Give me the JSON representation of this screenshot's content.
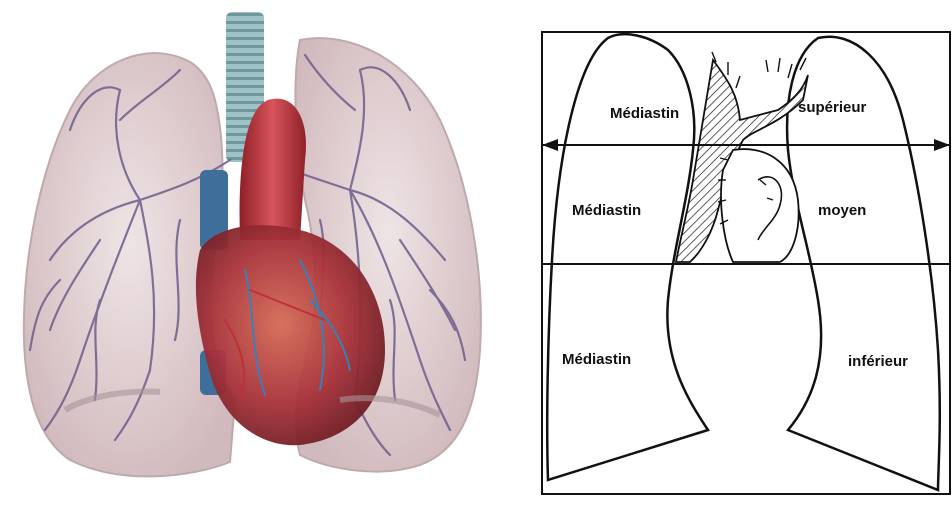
{
  "illustration": {
    "subject": "3D anatomical render of heart and lungs",
    "colors": {
      "lung": "#d9c3c6",
      "lung_edge": "#b8a0a5",
      "bronchi": "#6e5d8a",
      "heart": "#a8323a",
      "heart_dark": "#6e1d24",
      "aorta": "#c7444c",
      "trachea": "#8fb3b8",
      "vessel_blue": "#3a7fb5"
    }
  },
  "diagram": {
    "labels": {
      "mediastin_superieur_left": "Médiastin",
      "mediastin_superieur_right": "supérieur",
      "mediastin_moyen_left": "Médiastin",
      "mediastin_moyen_right": "moyen",
      "mediastin_inferieur_left": "Médiastin",
      "mediastin_inferieur_right": "inférieur"
    },
    "colors": {
      "outline": "#111111",
      "paper": "#ffffff"
    }
  }
}
